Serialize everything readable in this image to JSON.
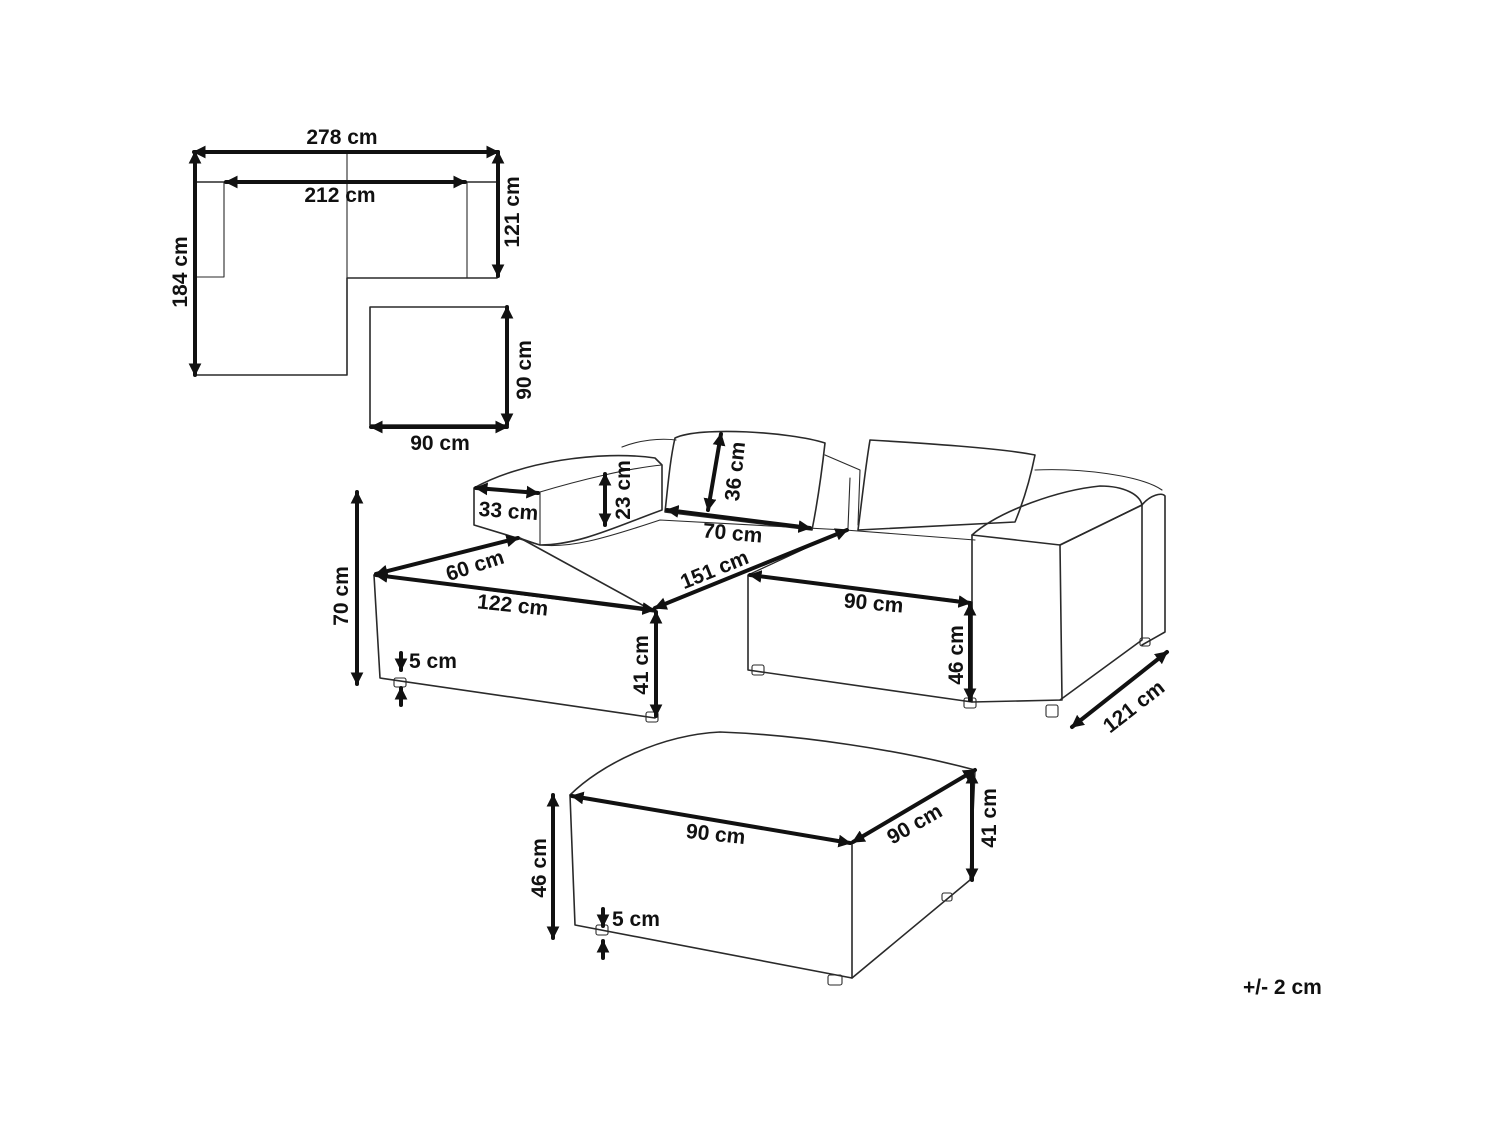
{
  "plan": {
    "total_width": "278 cm",
    "inner_width": "212 cm",
    "total_depth": "184 cm",
    "side_depth": "121 cm"
  },
  "ottoman_plan": {
    "width": "90 cm",
    "depth": "90 cm"
  },
  "sofa": {
    "armrest_width": "33 cm",
    "armrest_height": "23 cm",
    "cushion_height": "36 cm",
    "cushion_width": "70 cm",
    "chaise_depth_seat": "60 cm",
    "seat_length": "151 cm",
    "chaise_length": "122 cm",
    "section_width": "90 cm",
    "total_height": "70 cm",
    "seat_height_left": "41 cm",
    "seat_height_right": "46 cm",
    "leg_height": "5 cm",
    "depth": "121 cm"
  },
  "ottoman": {
    "width": "90 cm",
    "depth": "90 cm",
    "height": "46 cm",
    "seat_height": "41 cm",
    "leg_height": "5 cm"
  },
  "tolerance": "+/- 2 cm"
}
